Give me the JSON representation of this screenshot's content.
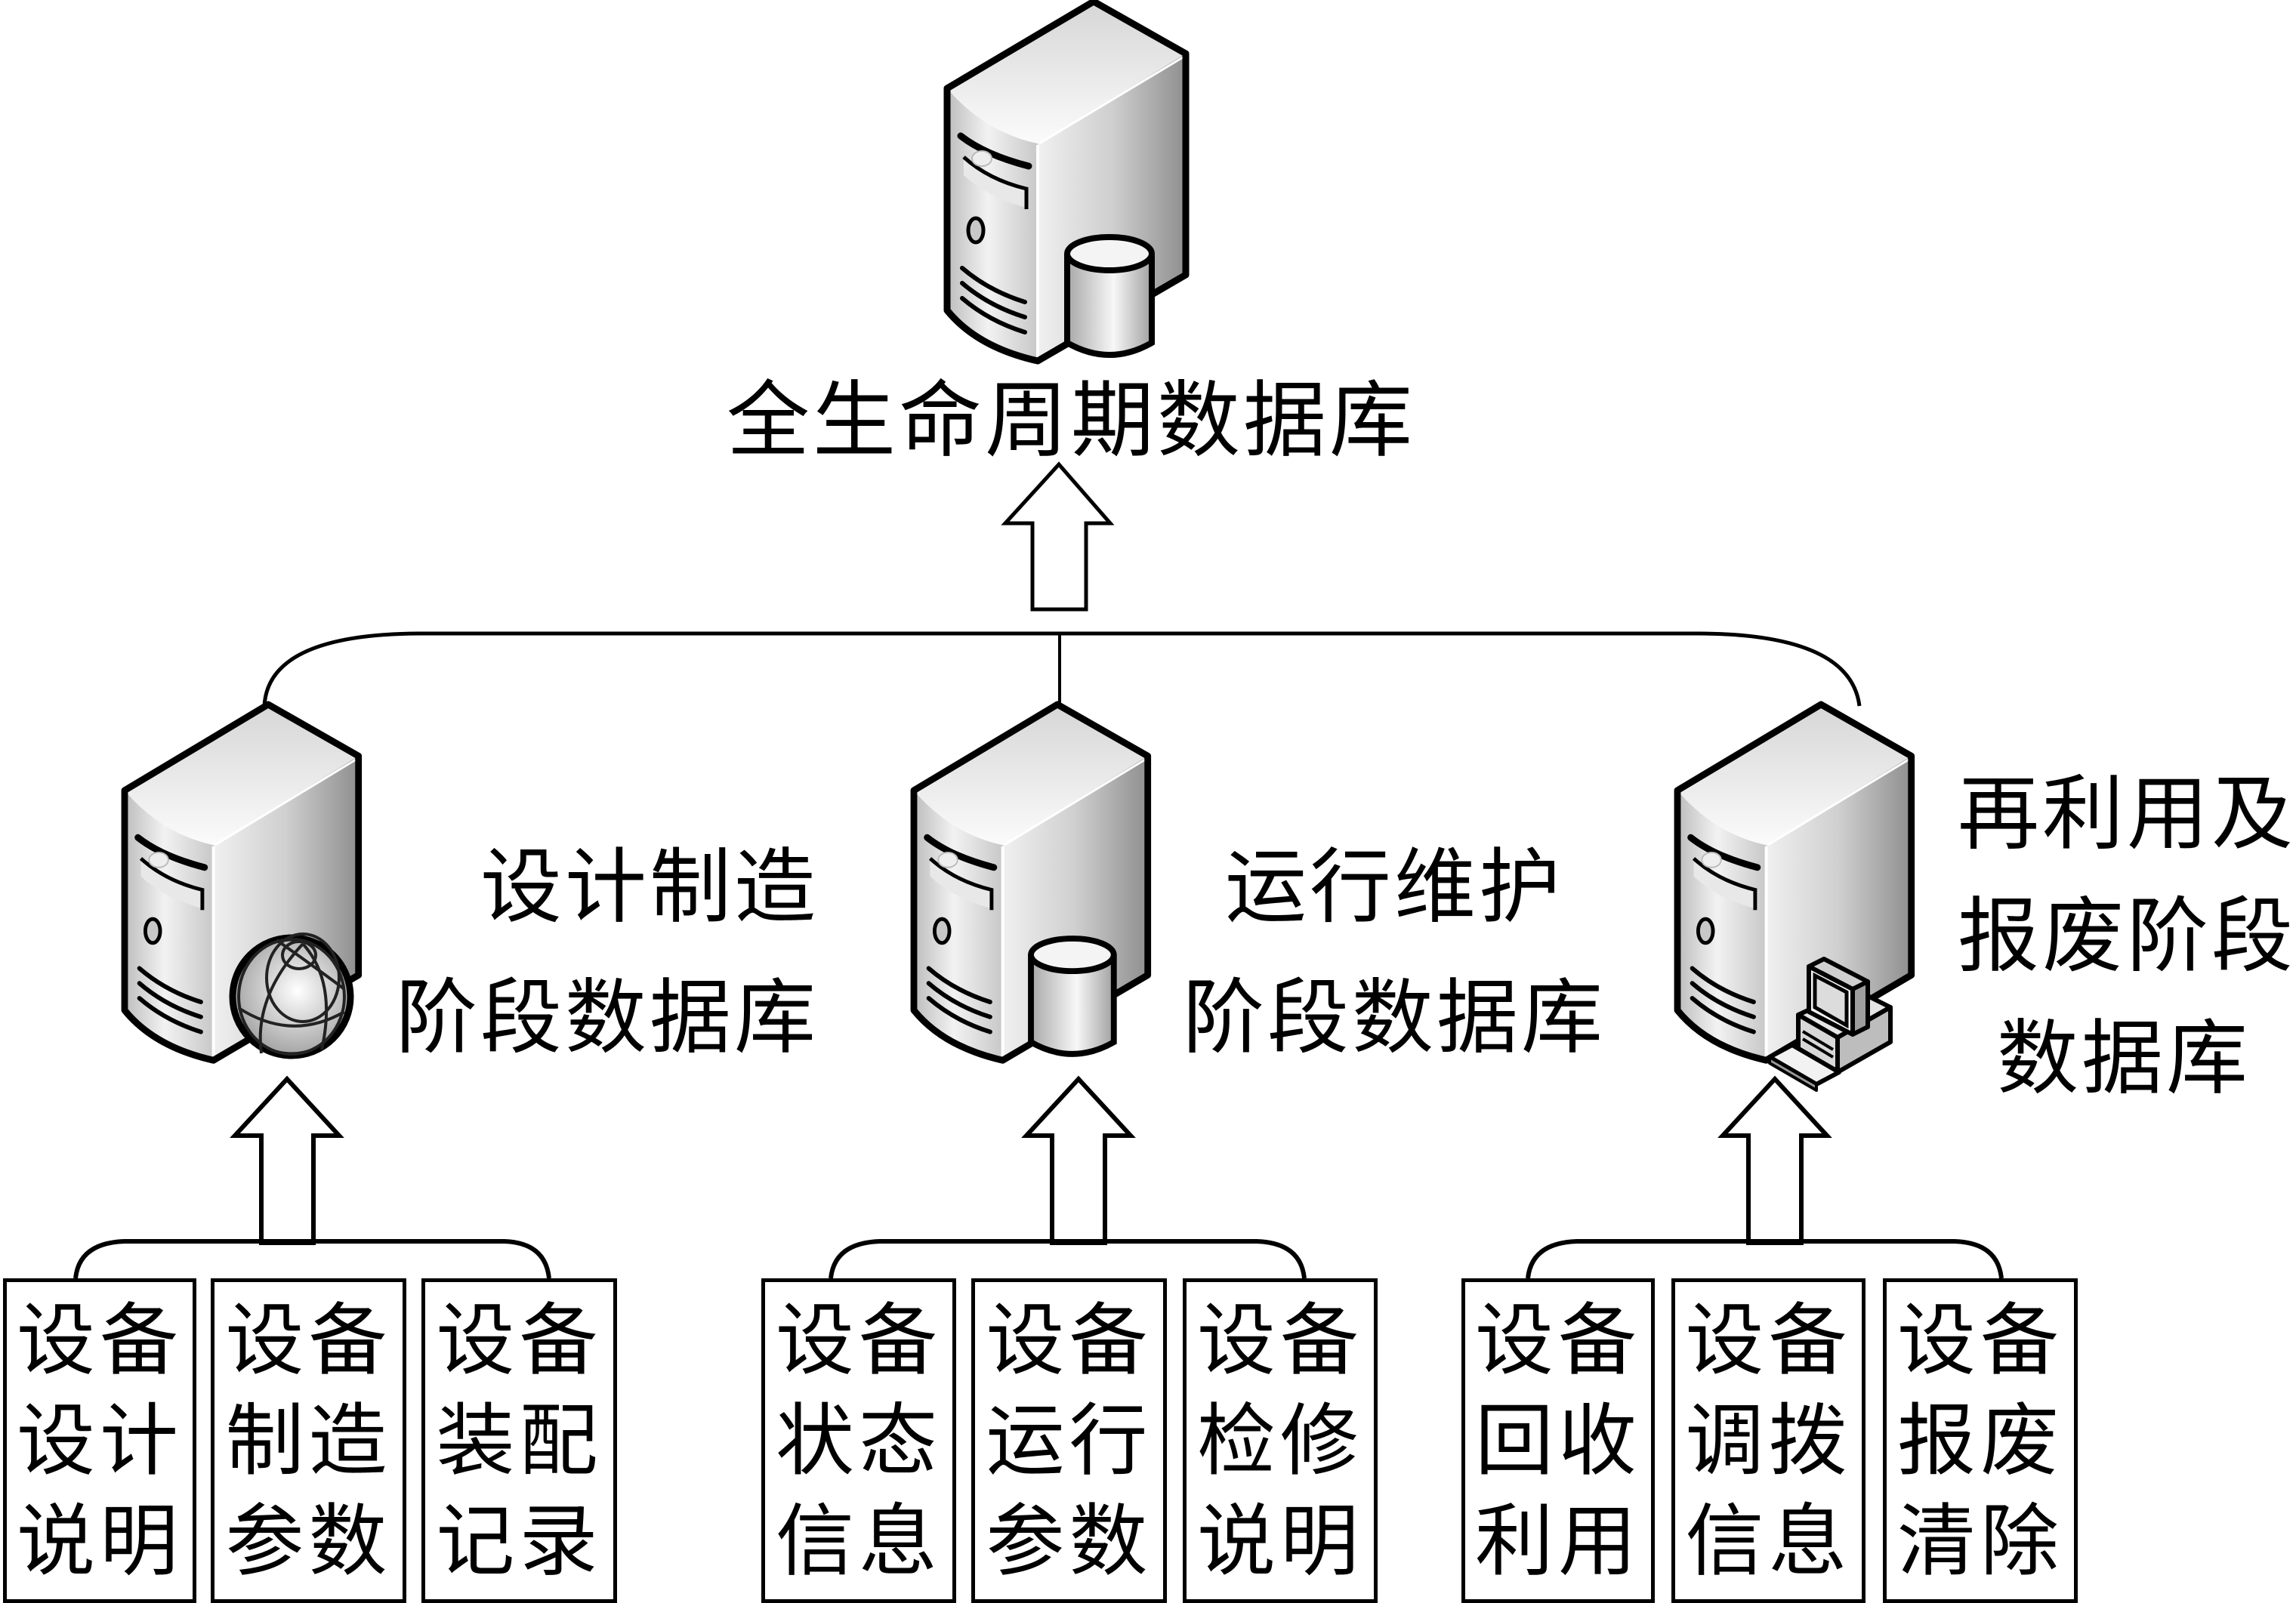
{
  "diagram": {
    "title": "全生命周期数据库",
    "top_node": {
      "label": "全生命周期数据库",
      "icon": "database-server-icon"
    },
    "stages": [
      {
        "label_lines": [
          "设计制造",
          "阶段数据库"
        ],
        "icon": "web-server-globe-icon",
        "sources": [
          {
            "lines": [
              "设备",
              "设计",
              "说明"
            ]
          },
          {
            "lines": [
              "设备",
              "制造",
              "参数"
            ]
          },
          {
            "lines": [
              "设备",
              "装配",
              "记录"
            ]
          }
        ]
      },
      {
        "label_lines": [
          "运行维护",
          "阶段数据库"
        ],
        "icon": "database-server-icon",
        "sources": [
          {
            "lines": [
              "设备",
              "状态",
              "信息"
            ]
          },
          {
            "lines": [
              "设备",
              "运行",
              "参数"
            ]
          },
          {
            "lines": [
              "设备",
              "检修",
              "说明"
            ]
          }
        ]
      },
      {
        "label_lines": [
          "再利用及",
          "报废阶段",
          "数据库"
        ],
        "icon": "workstation-server-icon",
        "sources": [
          {
            "lines": [
              "设备",
              "回收",
              "利用"
            ]
          },
          {
            "lines": [
              "设备",
              "调拨",
              "信息"
            ]
          },
          {
            "lines": [
              "设备",
              "报废",
              "清除"
            ]
          }
        ]
      }
    ],
    "colors": {
      "line": "#000000",
      "server_light": "#f4f4f4",
      "server_dark": "#9a9a9a",
      "background": "#ffffff"
    }
  }
}
